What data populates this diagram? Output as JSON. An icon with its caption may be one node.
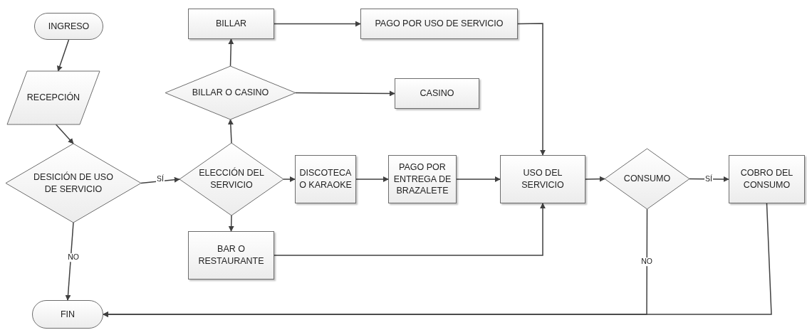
{
  "diagram": {
    "nodes": [
      {
        "text": [
          "INGRESO"
        ]
      },
      {
        "text": [
          "RECEPCIÓN"
        ]
      },
      {
        "text": [
          "DESICIÓN DE USO DE SERVICIO"
        ]
      },
      {
        "text": [
          "ELECCIÓN DEL SERVICIO"
        ]
      },
      {
        "text": [
          "BILLAR O CASINO"
        ]
      },
      {
        "text": [
          "BILLAR"
        ]
      },
      {
        "text": [
          "PAGO POR USO DE SERVICIO"
        ]
      },
      {
        "text": [
          "CASINO"
        ]
      },
      {
        "text": [
          "DISCOTECA O KARAOKE"
        ]
      },
      {
        "text": [
          "PAGO POR ENTREGA DE BRAZALETE"
        ]
      },
      {
        "text": [
          "USO DEL SERVICIO"
        ]
      },
      {
        "text": [
          "CONSUMO"
        ]
      },
      {
        "text": [
          "COBRO DEL CONSUMO"
        ]
      },
      {
        "text": [
          "BAR O RESTAURANTE"
        ]
      },
      {
        "text": [
          "FIN"
        ]
      }
    ],
    "edges": [
      {
        "from": 0,
        "to": 1,
        "arrow": "to"
      },
      {
        "from": 1,
        "to": 2,
        "arrow": "to"
      },
      {
        "from": 2,
        "to": 3,
        "arrow": "to",
        "label": "SÍ"
      },
      {
        "from": 2,
        "to": 14,
        "arrow": "to",
        "label": "NO"
      },
      {
        "from": 3,
        "to": 4,
        "arrow": "to"
      },
      {
        "from": 3,
        "to": 8,
        "arrow": "to"
      },
      {
        "from": 3,
        "to": 13,
        "arrow": "to"
      },
      {
        "from": 4,
        "to": 5,
        "arrow": "to"
      },
      {
        "from": 4,
        "to": 7,
        "arrow": "to"
      },
      {
        "from": 5,
        "to": 6,
        "arrow": "to"
      },
      {
        "from": 6,
        "to": 10,
        "arrow": "to"
      },
      {
        "from": 8,
        "to": 9,
        "arrow": "to"
      },
      {
        "from": 9,
        "to": 10,
        "arrow": "to"
      },
      {
        "from": 13,
        "to": 10,
        "arrow": "to"
      },
      {
        "from": 10,
        "to": 11,
        "arrow": "to"
      },
      {
        "from": 11,
        "to": 12,
        "arrow": "to",
        "label": "SÍ"
      },
      {
        "from": 11,
        "to": 14,
        "arrow": "to",
        "label": "NO"
      },
      {
        "from": 12,
        "to": 14,
        "arrow": "to"
      }
    ]
  }
}
